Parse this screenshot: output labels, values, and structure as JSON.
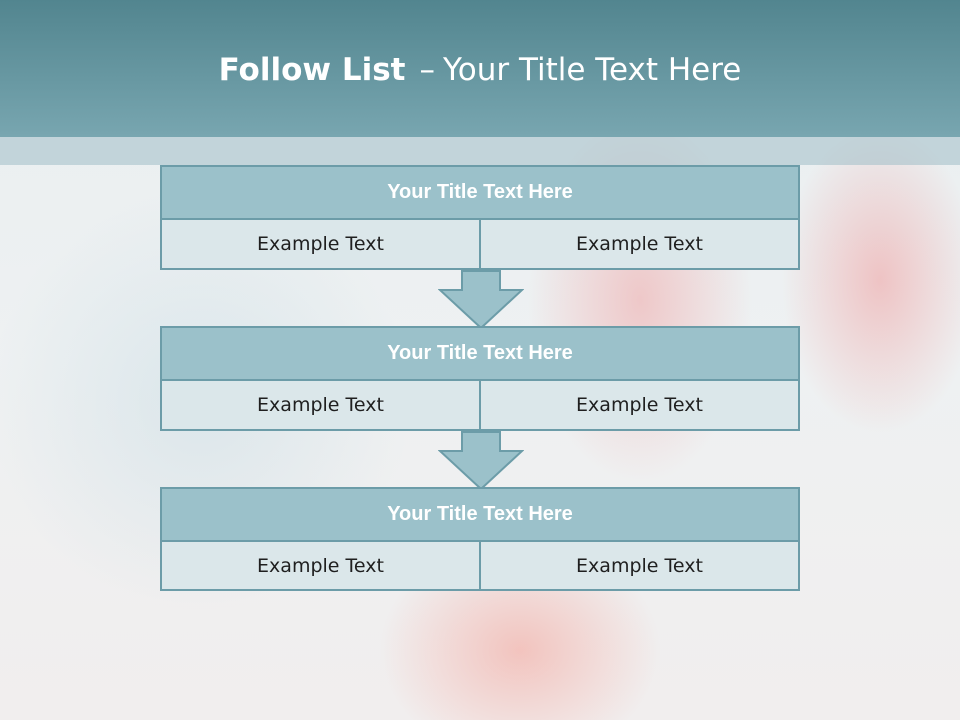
{
  "title": {
    "bold": "Follow List",
    "separator": "–",
    "rest": "Your Title Text Here"
  },
  "blocks": [
    {
      "title": "Your Title Text Here",
      "cells": [
        "Example Text",
        "Example Text"
      ]
    },
    {
      "title": "Your Title Text Here",
      "cells": [
        "Example Text",
        "Example Text"
      ]
    },
    {
      "title": "Your Title Text Here",
      "cells": [
        "Example Text",
        "Example Text"
      ]
    }
  ],
  "colors": {
    "header": "#6e9da7",
    "block_head": "#9bc1ca",
    "block_cell": "#dbe7ea",
    "border": "#6c9ca8",
    "arrow": "#9bc1ca"
  },
  "icons": [
    "down-arrow-icon",
    "down-arrow-icon"
  ]
}
